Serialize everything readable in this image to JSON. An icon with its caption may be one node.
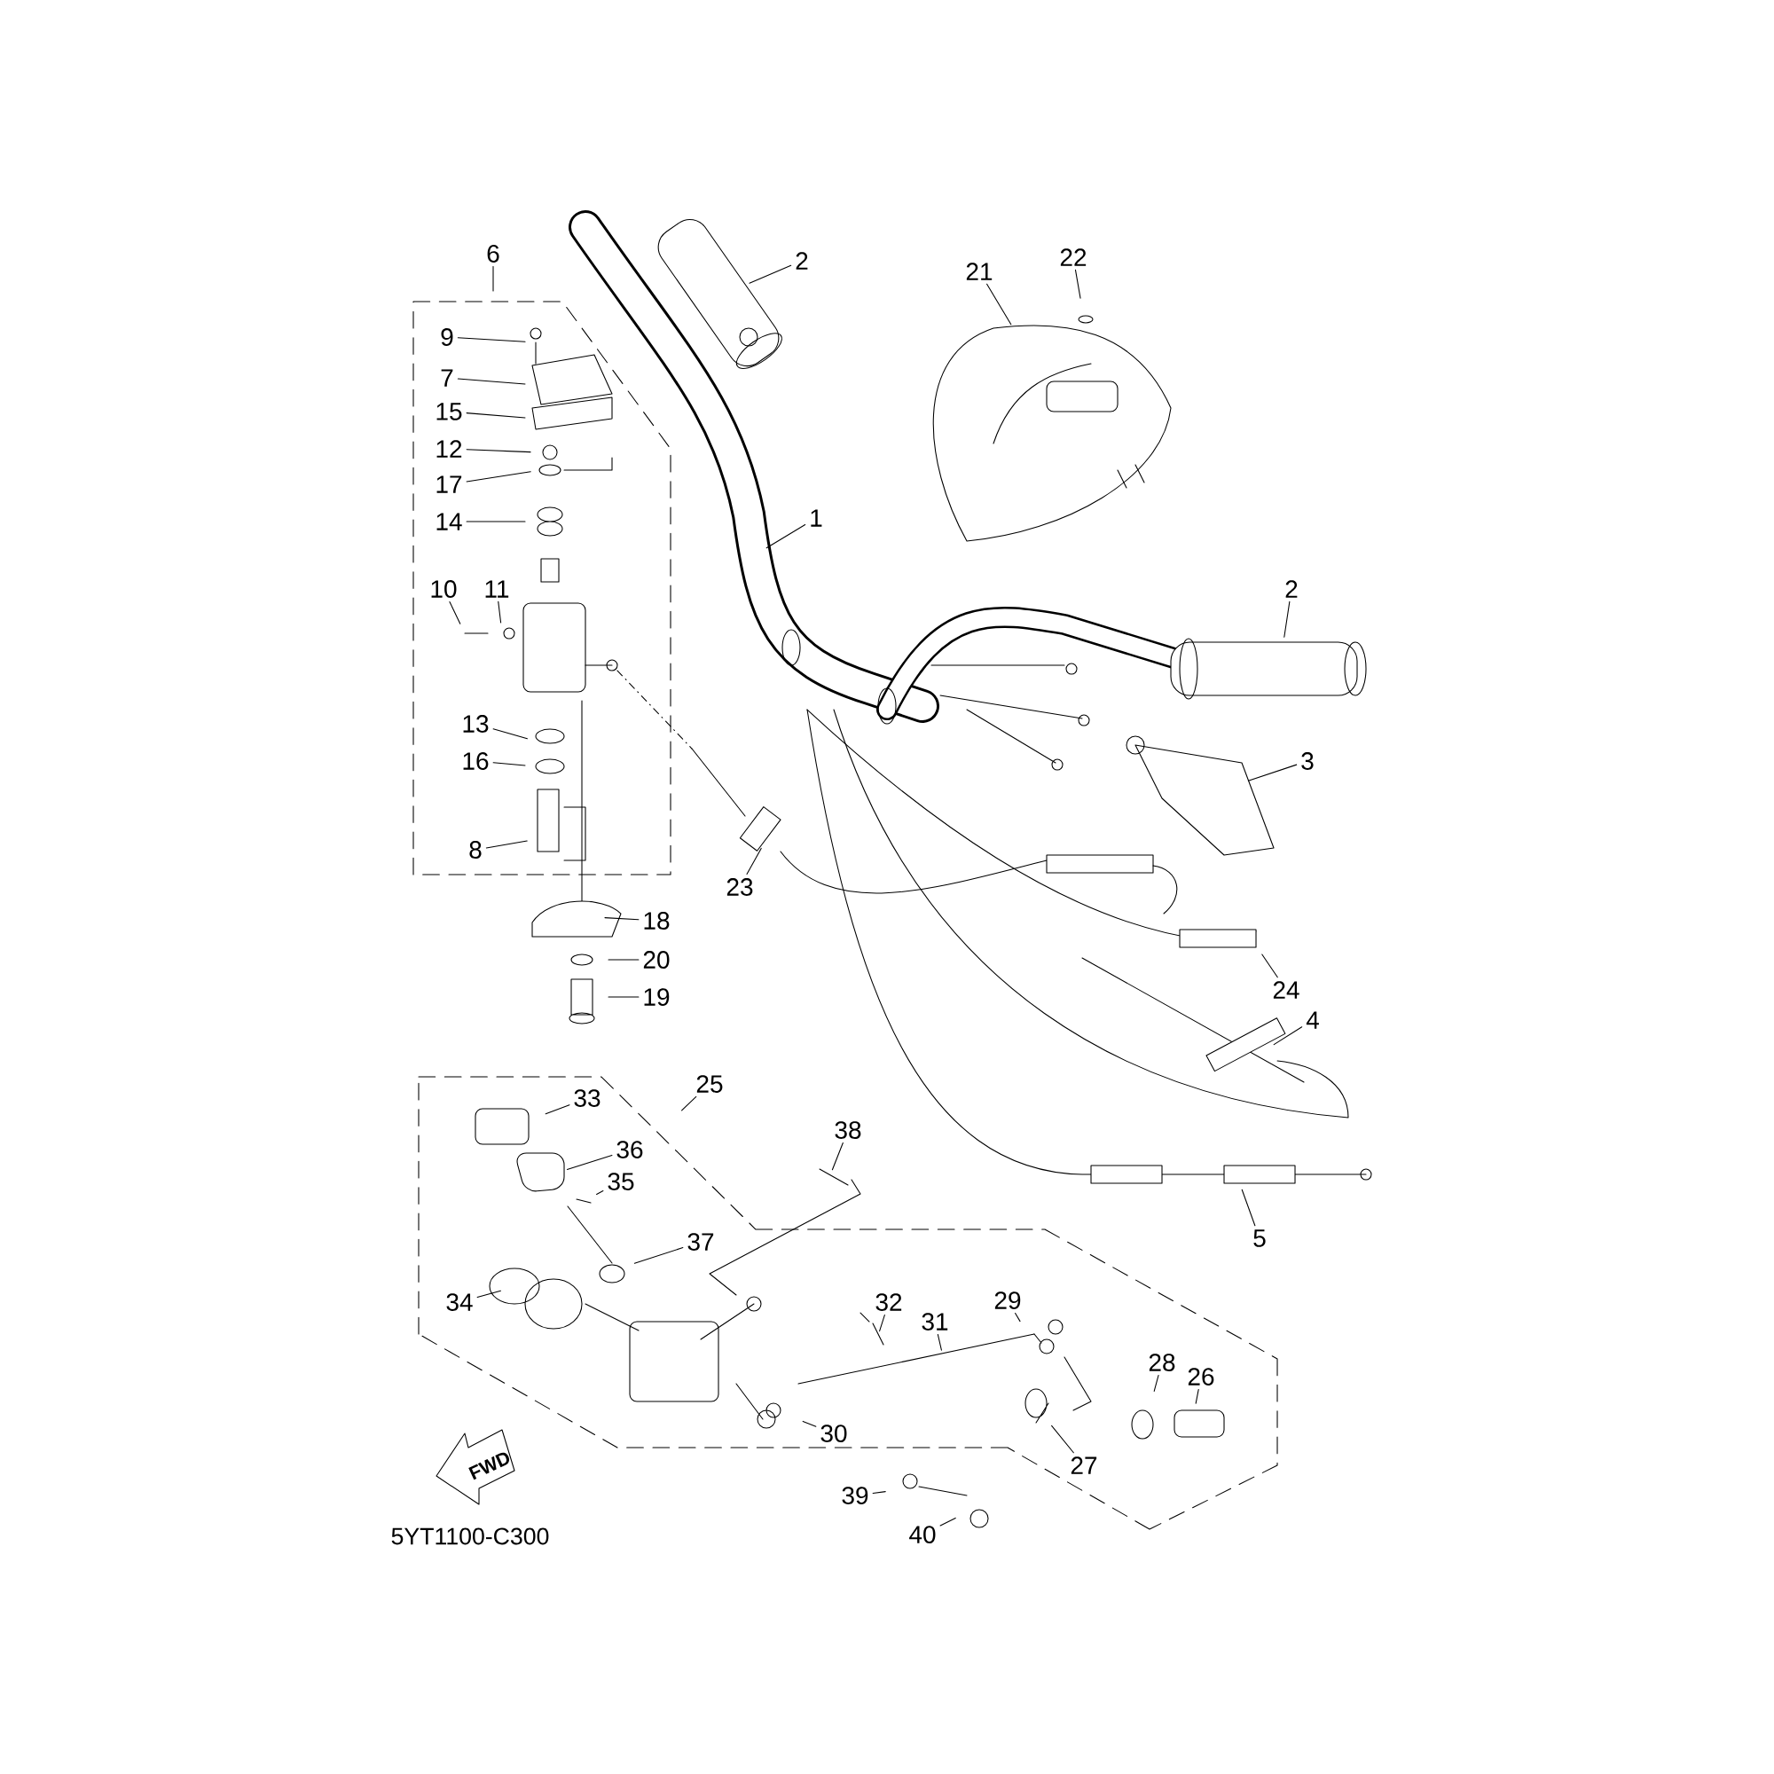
{
  "diagram": {
    "nodes": [
      {
        "text": [
          "6"
        ]
      },
      {
        "text": [
          "9"
        ]
      },
      {
        "text": [
          "7"
        ]
      },
      {
        "text": [
          "15"
        ]
      },
      {
        "text": [
          "12"
        ]
      },
      {
        "text": [
          "17"
        ]
      },
      {
        "text": [
          "14"
        ]
      },
      {
        "text": [
          "10"
        ]
      },
      {
        "text": [
          "11"
        ]
      },
      {
        "text": [
          "13"
        ]
      },
      {
        "text": [
          "16"
        ]
      },
      {
        "text": [
          "8"
        ]
      },
      {
        "text": [
          "18"
        ]
      },
      {
        "text": [
          "20"
        ]
      },
      {
        "text": [
          "19"
        ]
      },
      {
        "text": [
          "2"
        ]
      },
      {
        "text": [
          "21"
        ]
      },
      {
        "text": [
          "22"
        ]
      },
      {
        "text": [
          "1"
        ]
      },
      {
        "text": [
          "2"
        ]
      },
      {
        "text": [
          "3"
        ]
      },
      {
        "text": [
          "23"
        ]
      },
      {
        "text": [
          "24"
        ]
      },
      {
        "text": [
          "4"
        ]
      },
      {
        "text": [
          "5"
        ]
      },
      {
        "text": [
          "25"
        ]
      },
      {
        "text": [
          "33"
        ]
      },
      {
        "text": [
          "38"
        ]
      },
      {
        "text": [
          "36"
        ]
      },
      {
        "text": [
          "35"
        ]
      },
      {
        "text": [
          "37"
        ]
      },
      {
        "text": [
          "34"
        ]
      },
      {
        "text": [
          "32"
        ]
      },
      {
        "text": [
          "31"
        ]
      },
      {
        "text": [
          "29"
        ]
      },
      {
        "text": [
          "28"
        ]
      },
      {
        "text": [
          "26"
        ]
      },
      {
        "text": [
          "30"
        ]
      },
      {
        "text": [
          "27"
        ]
      },
      {
        "text": [
          "39"
        ]
      },
      {
        "text": [
          "40"
        ]
      }
    ],
    "edges": [
      {
        "from": 0,
        "to": null,
        "arrow": "none"
      },
      {
        "from": 1,
        "to": null,
        "arrow": "none"
      },
      {
        "from": 2,
        "to": null,
        "arrow": "none"
      },
      {
        "from": 3,
        "to": null,
        "arrow": "none"
      },
      {
        "from": 4,
        "to": null,
        "arrow": "none"
      },
      {
        "from": 5,
        "to": null,
        "arrow": "none"
      },
      {
        "from": 6,
        "to": null,
        "arrow": "none"
      },
      {
        "from": 7,
        "to": null,
        "arrow": "none"
      },
      {
        "from": 8,
        "to": null,
        "arrow": "none"
      },
      {
        "from": 9,
        "to": null,
        "arrow": "none"
      },
      {
        "from": 10,
        "to": null,
        "arrow": "none"
      },
      {
        "from": 11,
        "to": null,
        "arrow": "none"
      },
      {
        "from": 12,
        "to": null,
        "arrow": "none"
      },
      {
        "from": 13,
        "to": null,
        "arrow": "none"
      },
      {
        "from": 14,
        "to": null,
        "arrow": "none"
      },
      {
        "from": 15,
        "to": null,
        "arrow": "none"
      },
      {
        "from": 16,
        "to": null,
        "arrow": "none"
      },
      {
        "from": 17,
        "to": null,
        "arrow": "none"
      },
      {
        "from": 18,
        "to": null,
        "arrow": "none"
      },
      {
        "from": 19,
        "to": null,
        "arrow": "none"
      },
      {
        "from": 20,
        "to": null,
        "arrow": "none"
      },
      {
        "from": 21,
        "to": null,
        "arrow": "none"
      },
      {
        "from": 22,
        "to": null,
        "arrow": "none"
      },
      {
        "from": 23,
        "to": null,
        "arrow": "none"
      },
      {
        "from": 24,
        "to": null,
        "arrow": "none"
      },
      {
        "from": 25,
        "to": null,
        "arrow": "none"
      },
      {
        "from": 26,
        "to": null,
        "arrow": "none"
      },
      {
        "from": 27,
        "to": null,
        "arrow": "none"
      },
      {
        "from": 28,
        "to": null,
        "arrow": "none"
      },
      {
        "from": 29,
        "to": null,
        "arrow": "none"
      },
      {
        "from": 30,
        "to": null,
        "arrow": "none"
      },
      {
        "from": 31,
        "to": null,
        "arrow": "none"
      },
      {
        "from": 32,
        "to": null,
        "arrow": "none"
      },
      {
        "from": 33,
        "to": null,
        "arrow": "none"
      },
      {
        "from": 34,
        "to": null,
        "arrow": "none"
      },
      {
        "from": 35,
        "to": null,
        "arrow": "none"
      },
      {
        "from": 36,
        "to": null,
        "arrow": "none"
      },
      {
        "from": 37,
        "to": null,
        "arrow": "none"
      },
      {
        "from": 38,
        "to": null,
        "arrow": "none"
      },
      {
        "from": 39,
        "to": null,
        "arrow": "none"
      },
      {
        "from": 40,
        "to": null,
        "arrow": "none"
      }
    ],
    "labels": [
      "FWD",
      "5YT1100-C300"
    ]
  }
}
